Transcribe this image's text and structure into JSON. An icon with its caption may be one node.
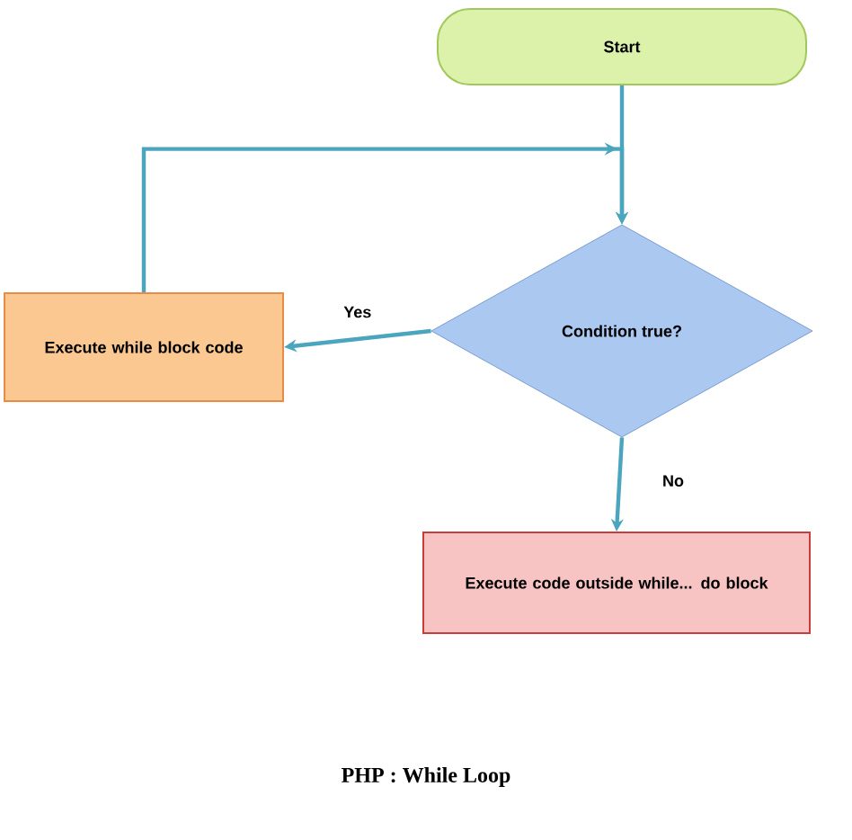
{
  "diagram": {
    "caption": "PHP : While Loop",
    "nodes": [
      {
        "text": [
          "Start"
        ]
      },
      {
        "text": [
          "Condition true?"
        ]
      },
      {
        "text": [
          "Execute while block code"
        ]
      },
      {
        "text": [
          "Execute code outside while... do block"
        ]
      }
    ],
    "edges": [
      {
        "from": 0,
        "to": 1,
        "arrow": "to"
      },
      {
        "from": 2,
        "to": 1,
        "arrow": "to"
      },
      {
        "from": 1,
        "to": 2,
        "arrow": "to",
        "label": "Yes"
      },
      {
        "from": 1,
        "to": 3,
        "arrow": "to",
        "label": "No"
      }
    ]
  }
}
